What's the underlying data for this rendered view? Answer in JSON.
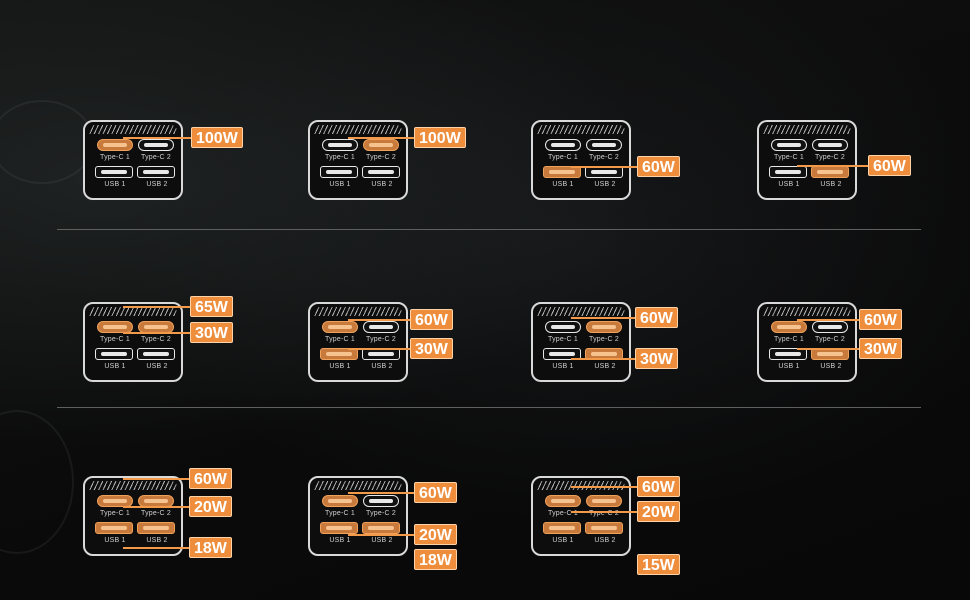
{
  "port_labels": {
    "c1": "Type-C 1",
    "c2": "Type-C 2",
    "u1": "USB 1",
    "u2": "USB 2"
  },
  "colors": {
    "accent": "#ee8d3c",
    "active_port": "#c77a3c",
    "outline": "#d9d9d9",
    "background": "#0b0b0b"
  },
  "configs": [
    {
      "ports_active": [
        "c1"
      ],
      "badges": [
        "100W"
      ]
    },
    {
      "ports_active": [
        "c2"
      ],
      "badges": [
        "100W"
      ]
    },
    {
      "ports_active": [
        "u1"
      ],
      "badges": [
        "60W"
      ]
    },
    {
      "ports_active": [
        "u2"
      ],
      "badges": [
        "60W"
      ]
    },
    {
      "ports_active": [
        "c1",
        "c2"
      ],
      "badges": [
        "65W",
        "30W"
      ]
    },
    {
      "ports_active": [
        "c1",
        "u1"
      ],
      "badges": [
        "60W",
        "30W"
      ]
    },
    {
      "ports_active": [
        "c2",
        "u2"
      ],
      "badges": [
        "60W",
        "30W"
      ]
    },
    {
      "ports_active": [
        "c1",
        "u2"
      ],
      "badges": [
        "60W",
        "30W"
      ]
    },
    {
      "ports_active": [
        "c1",
        "c2",
        "u1",
        "u2"
      ],
      "badges": [
        "60W",
        "20W",
        "18W"
      ]
    },
    {
      "ports_active": [
        "c1",
        "u1",
        "u2"
      ],
      "badges": [
        "60W",
        "20W",
        "18W"
      ]
    },
    {
      "ports_active": [
        "c1",
        "c2",
        "u1",
        "u2"
      ],
      "badges": [
        "60W",
        "20W",
        "15W"
      ]
    }
  ]
}
